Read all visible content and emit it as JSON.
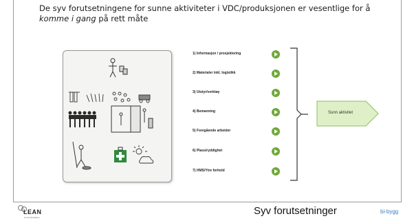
{
  "slide": {
    "title_part1": "De syv forutsetningene for sunne aktiviteter i VDC/produksjonen er vesentlige for å ",
    "title_emph": "komme i gang",
    "title_part2": " på rett måte",
    "footer_title": "Syv forutsetninger",
    "footer_brand": "bi-bygg",
    "logo_text": "LEAN",
    "logo_sub": "Communications"
  },
  "prerequisites": [
    {
      "label": "1) Informasjon / prosjektering"
    },
    {
      "label": "2) Materialer inkl. logistikk"
    },
    {
      "label": "3) Utstyr/verktøy"
    },
    {
      "label": "4) Bemanning"
    },
    {
      "label": "5) Foregående arbeider"
    },
    {
      "label": "6) Plass/ryddighet"
    },
    {
      "label": "7) HMS/Ytre forhold"
    }
  ],
  "result": {
    "label": "Sunn aktivitet"
  },
  "colors": {
    "accent_green": "#70a93a",
    "result_fill": "#dff0c8",
    "result_border": "#8cbf5a"
  }
}
